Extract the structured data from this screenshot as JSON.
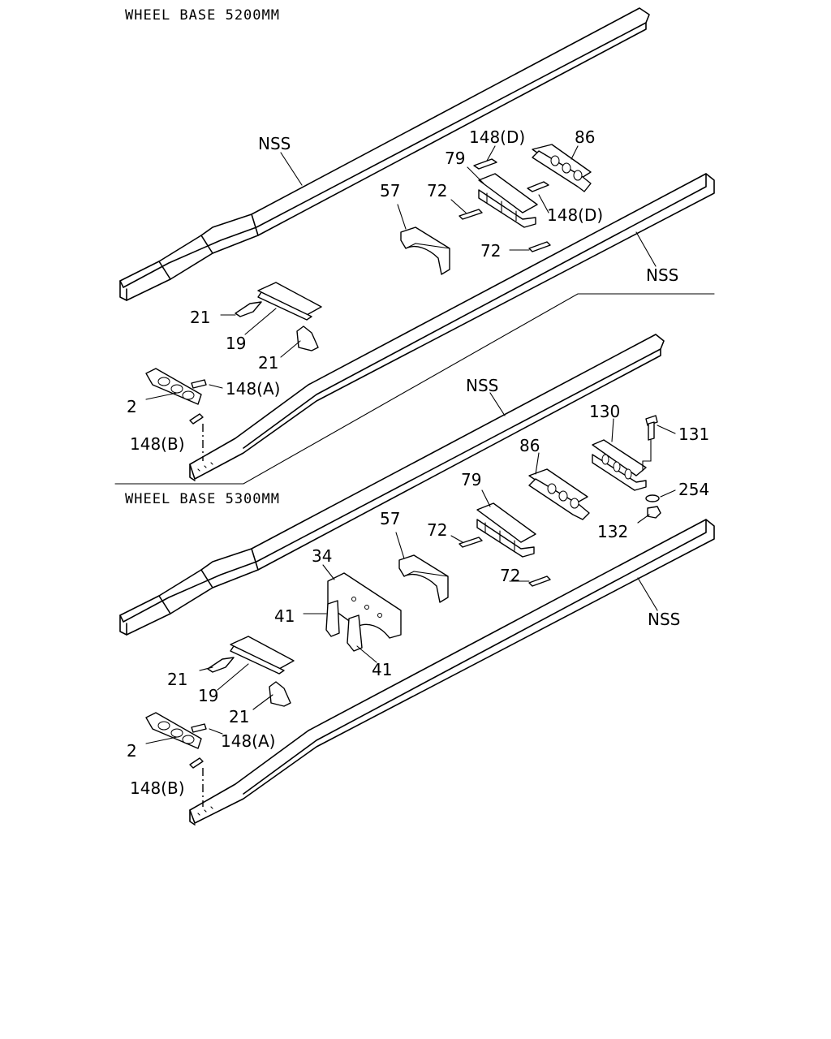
{
  "headings": {
    "wb_5200": "WHEEL BASE 5200MM",
    "wb_5300": "WHEEL BASE 5300MM"
  },
  "callouts": {
    "nss": "NSS",
    "p2": "2",
    "p19": "19",
    "p21": "21",
    "p34": "34",
    "p41": "41",
    "p57": "57",
    "p72": "72",
    "p79": "79",
    "p86": "86",
    "p130": "130",
    "p131": "131",
    "p132": "132",
    "p254": "254",
    "p148a": "148(A)",
    "p148b": "148(B)",
    "p148d": "148(D)"
  }
}
